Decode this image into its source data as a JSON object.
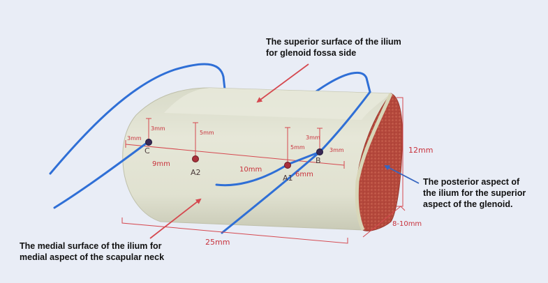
{
  "captions": {
    "superior": [
      "The superior surface of the ilium",
      "for glenoid fossa side"
    ],
    "posterior": [
      "The posterior aspect of",
      "the ilium for the superior",
      "aspect of the glenoid."
    ],
    "medial": [
      "The medial surface of the ilium for",
      "medial aspect of the scapular neck"
    ]
  },
  "points": {
    "c": "C",
    "a2": "A2",
    "a1": "A1",
    "b": "B"
  },
  "measurements": {
    "c_top": "3mm",
    "c_left": "3mm",
    "a2_top": "5mm",
    "a1_top": "5mm",
    "b_top": "3mm",
    "b_right": "3mm",
    "c_to_a2": "9mm",
    "a2_to_a1": "10mm",
    "a1_to_b": "6mm",
    "height": "12mm",
    "depth": "8-10mm",
    "length": "25mm"
  },
  "colors": {
    "background": "#e9edf6",
    "bone": "#e1e2d2",
    "marrow": "#b4443a",
    "suture": "#2f6fd6",
    "annotation": "#d5484f"
  }
}
